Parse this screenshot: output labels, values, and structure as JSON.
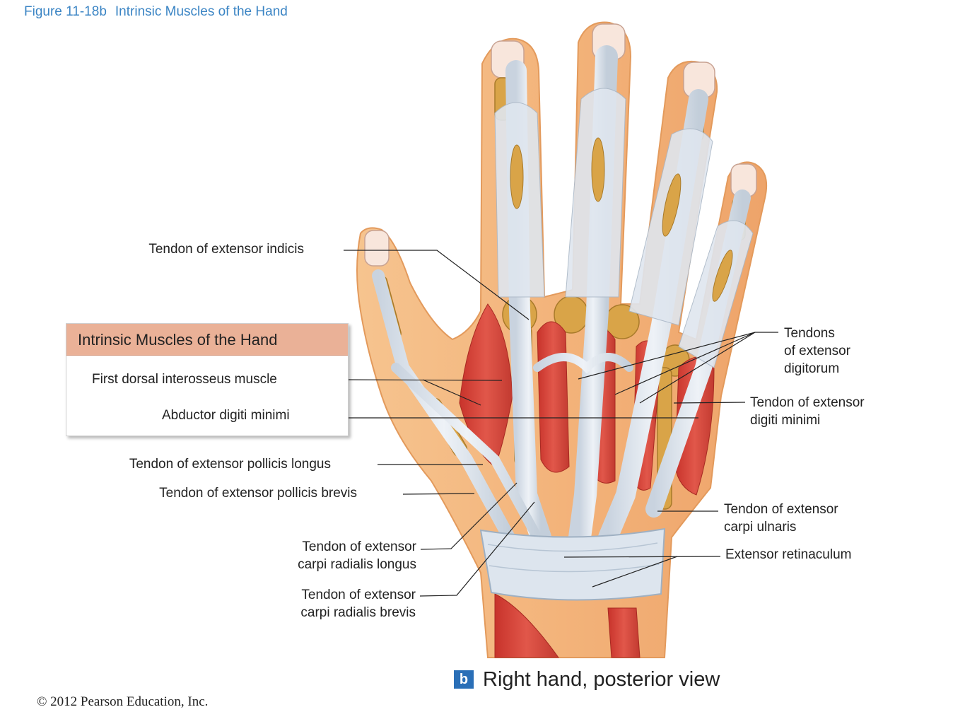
{
  "figure": {
    "number": "Figure 11-18b",
    "title": "Intrinsic Muscles of the Hand"
  },
  "legend_box": {
    "title": "Intrinsic Muscles of the Hand",
    "items": [
      "First dorsal interosseus muscle",
      "Abductor digiti minimi"
    ]
  },
  "labels_left": {
    "extensor_indicis": "Tendon of extensor indicis",
    "pollicis_longus": "Tendon of extensor pollicis longus",
    "pollicis_brevis": "Tendon of extensor pollicis brevis",
    "carpi_radialis_longus": [
      "Tendon of extensor",
      "carpi radialis longus"
    ],
    "carpi_radialis_brevis": [
      "Tendon of extensor",
      "carpi radialis brevis"
    ]
  },
  "labels_right": {
    "extensor_digitorum": [
      "Tendons",
      "of extensor",
      "digitorum"
    ],
    "digiti_minimi": [
      "Tendon of extensor",
      "digiti minimi"
    ],
    "carpi_ulnaris": [
      "Tendon of extensor",
      "carpi ulnaris"
    ],
    "retinaculum": "Extensor retinaculum"
  },
  "caption": {
    "badge": "b",
    "text": "Right hand, posterior view"
  },
  "copyright": "© 2012 Pearson Education, Inc.",
  "colors": {
    "skin": "#f3b37a",
    "muscle": "#d9463a",
    "tendon": "#dfe6ef",
    "bone": "#d9a448",
    "accent": "#3a84c4"
  }
}
